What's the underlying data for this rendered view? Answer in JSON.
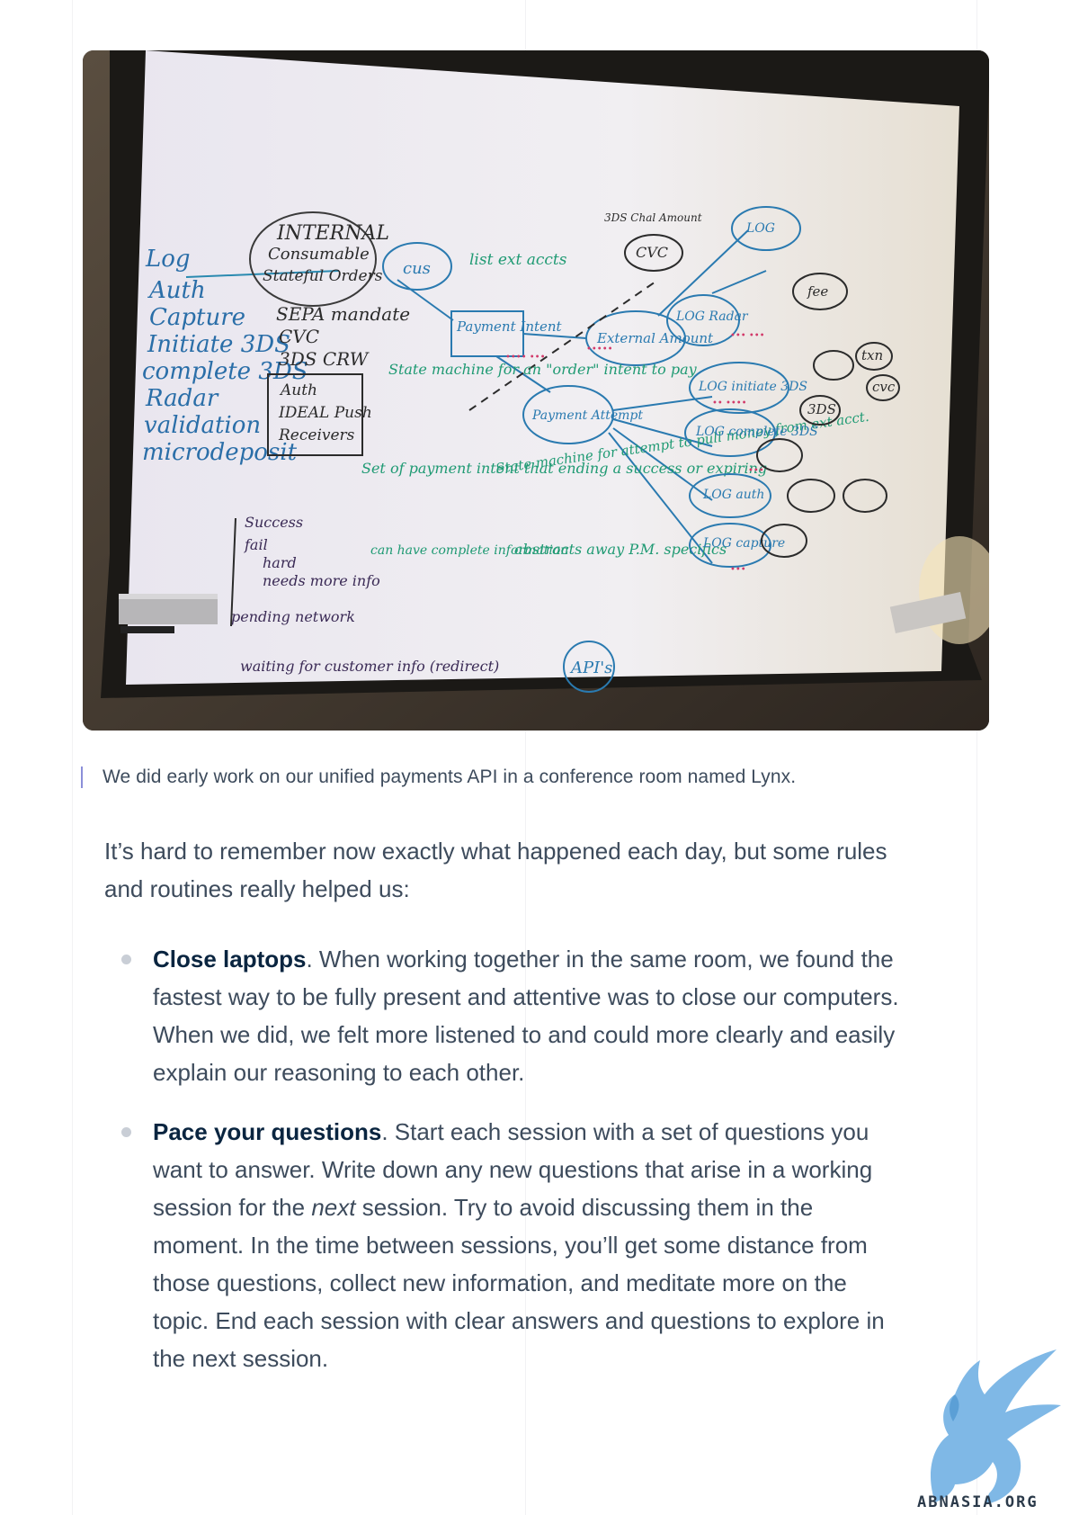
{
  "figure": {
    "caption": "We did early work on our unified payments API in a conference room named Lynx.",
    "whiteboard": {
      "left_list": [
        "Log",
        "Auth",
        "Capture",
        "Initiate 3DS",
        "complete 3DS",
        "Radar",
        "validation",
        "microdeposit"
      ],
      "internal_title": "INTERNAL",
      "internal_sub1": "Consumable",
      "internal_sub2": "Stateful Orders",
      "internal_list": [
        "SEPA mandate",
        "CVC",
        "3DS CRW"
      ],
      "box_list": [
        "Auth",
        "IDEAL Push",
        "Receivers"
      ],
      "cus": "cus",
      "list_ext": "list ext accts",
      "payment_intent": "Payment Intent",
      "external_amount": "External Amount",
      "payment_attempt": "Payment Attempt",
      "state_machine_1": "State machine for an \"order\" intent to pay",
      "set_payment": "Set of payment intent that ending a success or expiring",
      "can_have": "can have complete information",
      "state_machine_2": "State machine for attempt to pull money from ext acct.",
      "abstracts": "abstracts away P.M. specifics",
      "apis": "API's",
      "bottom_list": [
        "Success",
        "fail",
        "hard",
        "needs more info",
        "pending network",
        "waiting for customer info (redirect)"
      ],
      "right_labels": [
        "LOG",
        "LOG Radar",
        "LOG initiate 3DS",
        "LOG complete 3DS",
        "LOG auth",
        "LOG capture"
      ],
      "fee_txn": [
        "fee",
        "txn",
        "cvc",
        "3DS"
      ],
      "top_note": "3DS Chal Amount",
      "cvc_node": "CVC"
    }
  },
  "intro": "It’s hard to remember now exactly what happened each day, but some rules and routines really helped us:",
  "points": [
    {
      "title": "Close laptops",
      "text": ". When working together in the same room, we found the fastest way to be fully present and attentive was to close our computers. When we did, we felt more listened to and could more clearly and easily explain our reasoning to each other."
    },
    {
      "title": "Pace your questions",
      "text_before": ". Start each session with a set of questions you want to answer. Write down any new questions that arise in a working session for the ",
      "text_italic": "next",
      "text_after": " session. Try to avoid discussing them in the moment. In the time between sessions, you’ll get some distance from those questions, collect new information, and meditate more on the topic. End each session with clear answers and questions to explore in the next session."
    }
  ],
  "watermark": "ABNASIA.ORG"
}
